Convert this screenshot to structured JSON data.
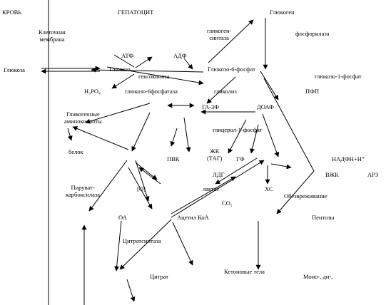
{
  "colors": {
    "ink": "#000000",
    "background": "#ffffff"
  },
  "header": {
    "left": "КРОВЬ",
    "center": "ГЕПАТОЦИТ"
  },
  "membrane": {
    "line1": "Клеточная",
    "line2": "мембрана"
  },
  "glucose_blood": "Глюкоза",
  "glycogen": "Глюкоген",
  "phosphorylase": "фосфорилаза",
  "glycogen_synthase": {
    "line1": "гликоген-",
    "line2": "синтаза"
  },
  "atp": "АТФ",
  "adp": "АДФ",
  "glucose_cell": "Глюкоза",
  "hexokinase": "гексокиназа",
  "glucose6p": "Глюкозо-6-фосфат",
  "glucose1p": "глюкозо-1-фосфат",
  "h3po4": "H₃PO₄",
  "g6pase": "глюкозо-6фосфатаза",
  "glycolysis": "гликолиз",
  "pfp": "ПФП",
  "glycogenic_aa": {
    "line1": "Гликогенные",
    "line2": "аминокислоты"
  },
  "ga3p": "ГА-3Ф",
  "dhap": "ДОАФ",
  "glycerol1p": "глицерол-1-фосфат",
  "protein": "белок",
  "pyruvate": "ПВК",
  "fatty_acids": {
    "line1": "ЖК",
    "line2": "(ТАГ)"
  },
  "gf": "ГФ",
  "nadph": "НАДФН+Н⁺",
  "ldg": "ЛДГ",
  "lactate": "лактат",
  "ffa": "ВЖК",
  "arz": "АРЗ",
  "pyruvate_carboxylase": {
    "line1": "Пируват-",
    "line2": "карбоксилаза"
  },
  "oxygen": "[O]",
  "xc": "ХС",
  "detox": "Обезвреживание",
  "co2": "CO₂",
  "oa": "ОА",
  "acetyl_coa": "Ацетил КоА",
  "pentoses": "Пентозы",
  "citrate_synthase": "Цитратсинтаза",
  "ketone_bodies": "Кетоновые тела",
  "citrate": "Цитрат",
  "mono_di": "Моно-, ди-,"
}
